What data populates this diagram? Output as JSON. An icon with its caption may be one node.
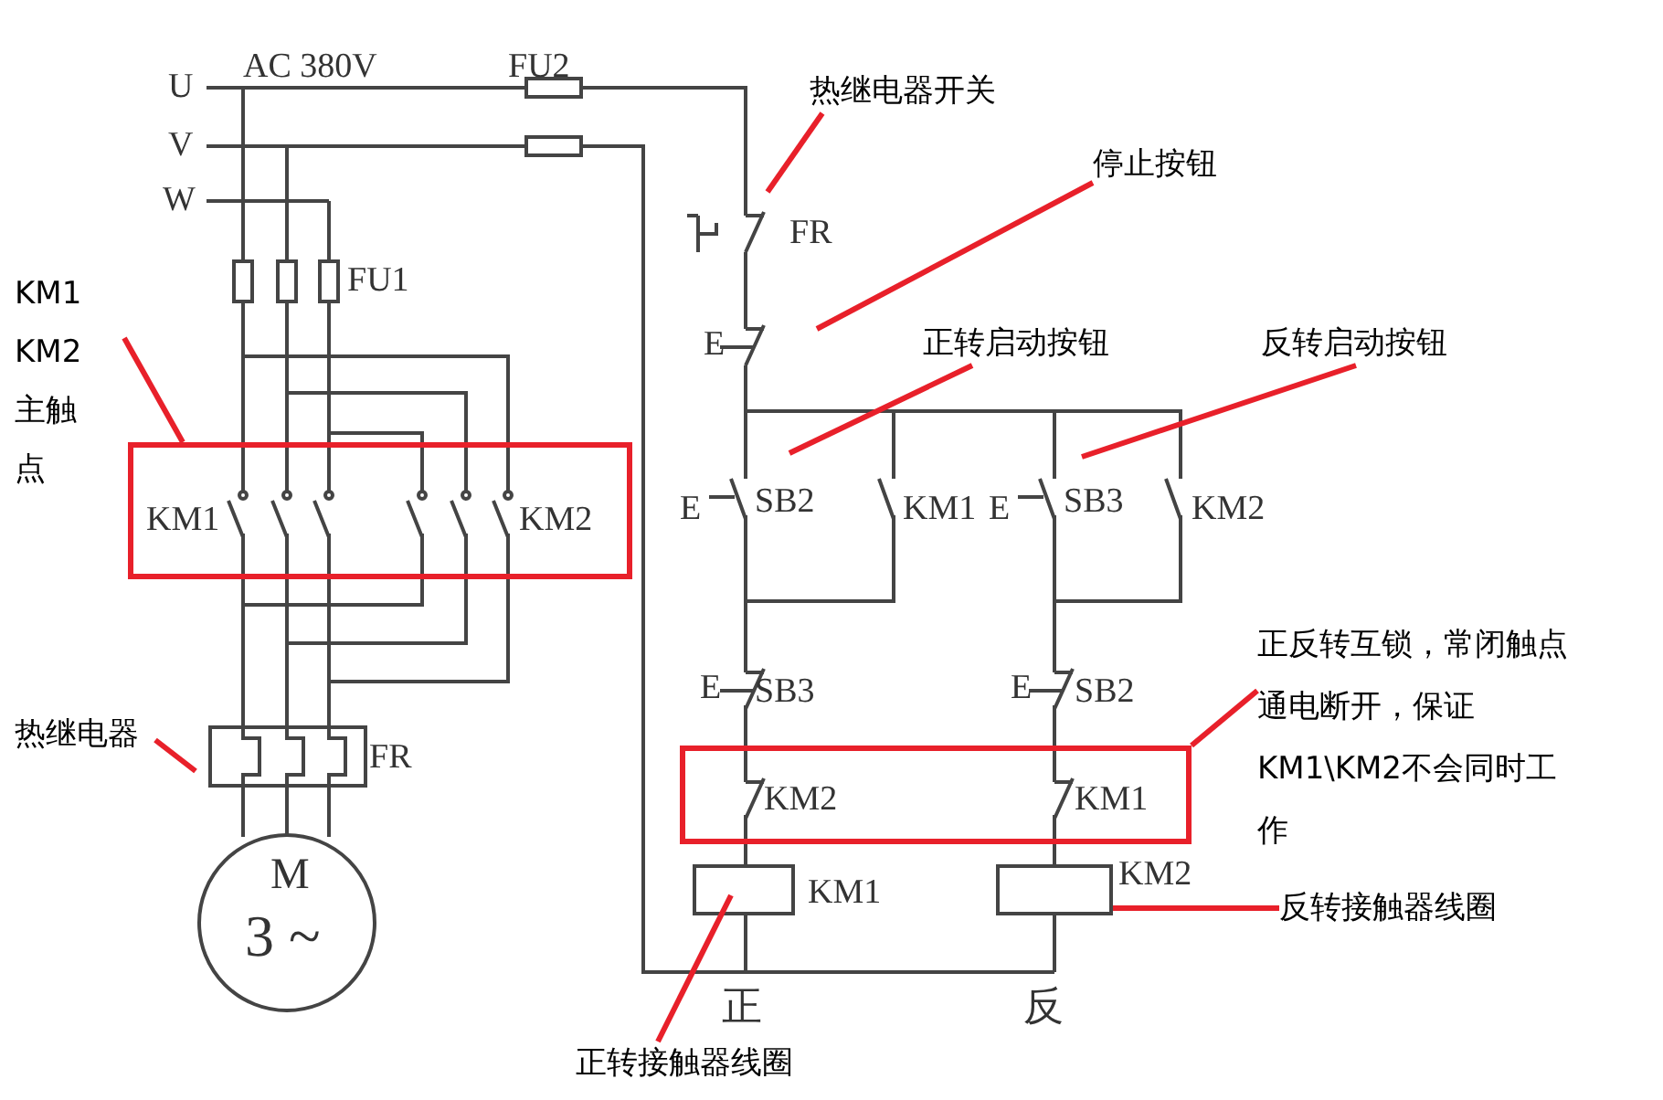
{
  "diagram": {
    "nodes": [
      {
        "text": [
          "KM1 KM2 主触点"
        ]
      },
      {
        "text": [],
        "shape": "box"
      },
      {
        "text": [
          "热继电器开关"
        ]
      },
      {
        "text": [
          "停止按钮"
        ]
      },
      {
        "text": [
          "正转启动按钮"
        ]
      },
      {
        "text": [
          "反转启动按钮"
        ]
      },
      {
        "text": [
          "正反转互锁，常闭触点通电断开，保证KM1\\KM2不会同时工作"
        ]
      },
      {
        "text": [],
        "shape": "box"
      },
      {
        "text": [
          "热继电器"
        ]
      },
      {
        "text": [
          "正转接触器线圈"
        ]
      },
      {
        "text": [
          "反转接触器线圈"
        ]
      }
    ],
    "edges": [
      {
        "from": 0,
        "to": 1,
        "arrow": "none"
      },
      {
        "from": 2,
        "to": null,
        "arrow": "none"
      },
      {
        "from": 3,
        "to": null,
        "arrow": "none"
      },
      {
        "from": 4,
        "to": null,
        "arrow": "none"
      },
      {
        "from": 5,
        "to": null,
        "arrow": "none"
      },
      {
        "from": 6,
        "to": 7,
        "arrow": "none"
      },
      {
        "from": 8,
        "to": null,
        "arrow": "none"
      },
      {
        "from": 9,
        "to": null,
        "arrow": "none"
      },
      {
        "from": 10,
        "to": null,
        "arrow": "none"
      }
    ],
    "labels": [
      "AC 380V",
      "FU2",
      "U",
      "V",
      "W",
      "FR",
      "FU1",
      "E",
      "E",
      "SB2",
      "KM1",
      "E",
      "SB3",
      "KM2",
      "KM1",
      "KM2",
      "E",
      "SB3",
      "E",
      "SB2",
      "FR",
      "KM2",
      "KM1",
      "M",
      "KM1",
      "KM2",
      "3 ~",
      "正",
      "反"
    ]
  }
}
